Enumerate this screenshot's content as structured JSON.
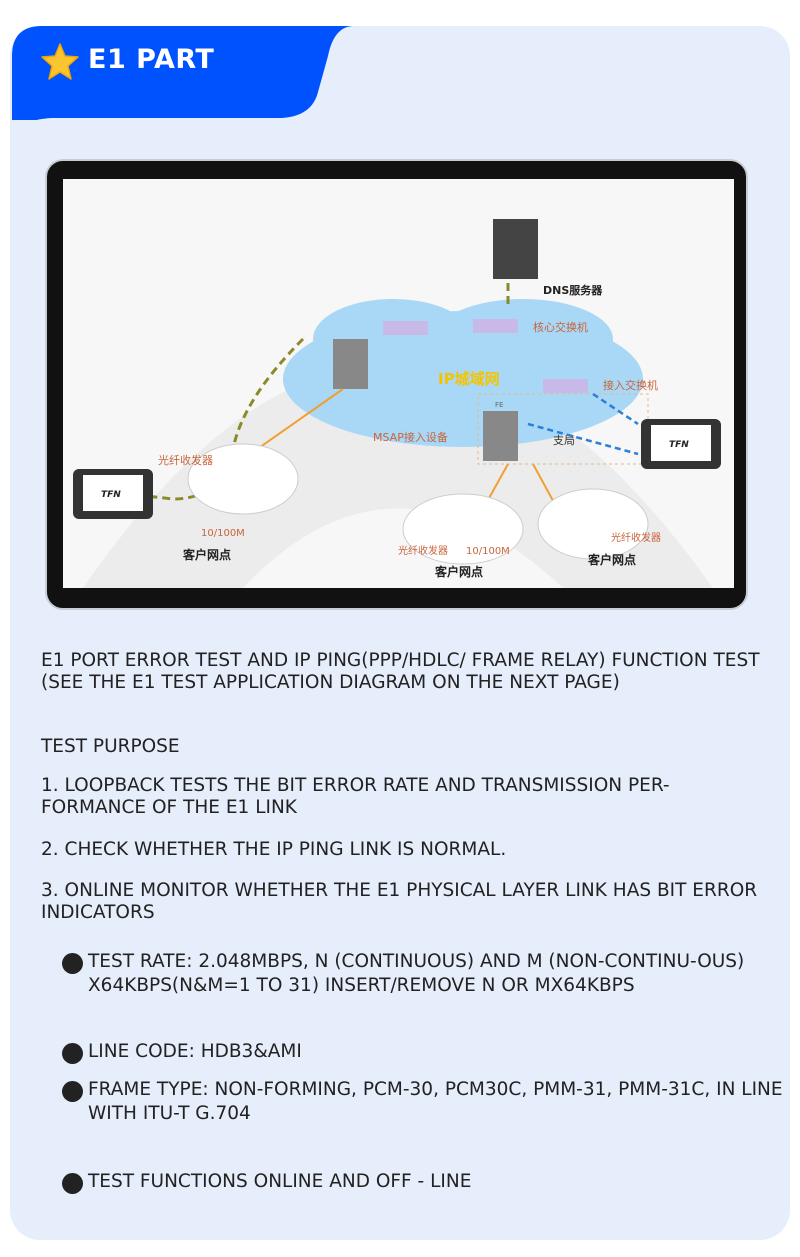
{
  "header": {
    "title": "E1 PART",
    "icon": "star-icon",
    "accent": "#0052ff"
  },
  "diagram": {
    "labels": {
      "dns": "DNS服务器",
      "core_switch": "核心交换机",
      "ip_network": "IP城域网",
      "access_switch": "接入交换机",
      "msap": "MSAP接入设备",
      "branch": "支局",
      "fe": "FE",
      "transceiver_left": "光纤收发器",
      "speed_left": "10/100M",
      "site_left": "客户网点",
      "transceiver_mid": "光纤收发器",
      "speed_mid": "10/100M",
      "site_mid": "客户网点",
      "transceiver_right": "光纤收发器",
      "site_right": "客户网点",
      "brand": "TFN"
    }
  },
  "content": {
    "intro": "E1 port error test and IP ping(PPP/HDLC/ Frame relay) function test (see the E1 test application diagram on the next page)",
    "purpose_heading": "Test purpose",
    "purposes": [
      "1. Loopback tests the bit error rate and transmission per-formance of the E1 link",
      "2. Check whether the IP Ping link is normal.",
      "3. Online monitor whether the E1 physical layer link has bit error indicators"
    ],
    "bullets": [
      "TEST RATE: 2.048MBPS, N (CONTINUOUS) AND M (NON-CONTINU-OUS) X64KBPS(N&M=1 TO 31) INSERT/REMOVE N OR MX64KBPS",
      "LINE CODE: HDB3&AMI",
      "FRAME TYPE: NON-FORMING, PCM-30, PCM30C, PMM-31, PMM-31C, IN LINE WITH ITU-T G.704",
      "TEST FUNCTIONS ONLINE AND OFF - LINE"
    ]
  }
}
